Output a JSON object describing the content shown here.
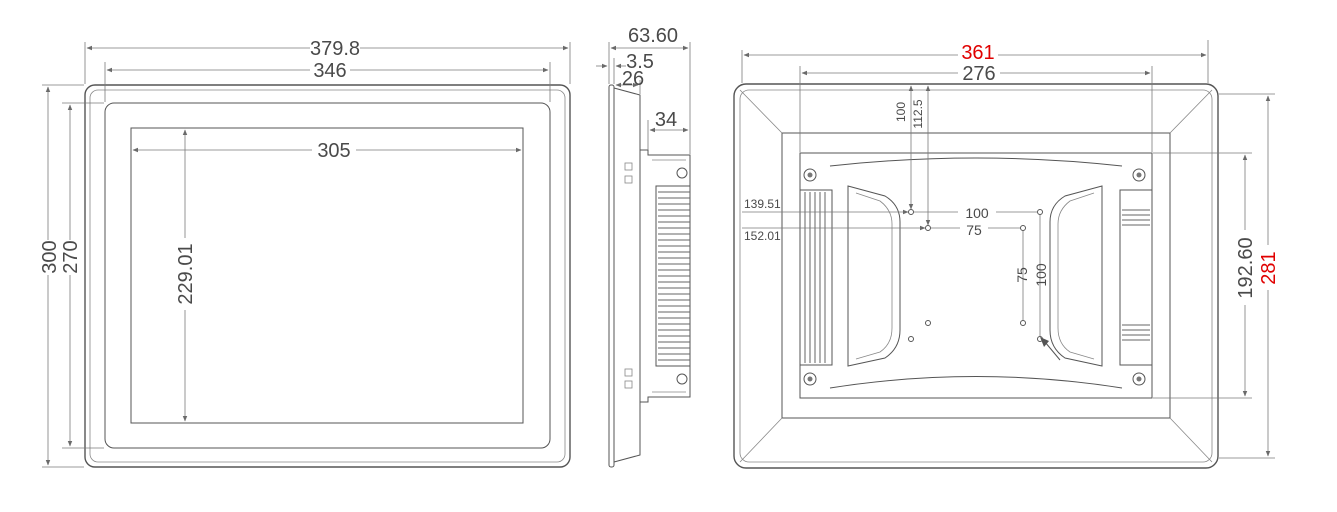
{
  "front_view": {
    "overall_width": "379.8",
    "bezel_width": "346",
    "screen_width": "305",
    "overall_height": "300",
    "bezel_height": "270",
    "screen_height": "229.01"
  },
  "side_view": {
    "total_depth": "63.60",
    "bezel_depth": "3.5",
    "panel_depth": "26",
    "housing_depth": "34"
  },
  "rear_view": {
    "cutout_width": "361",
    "inner_width": "276",
    "cutout_height": "281",
    "inner_height": "192.60",
    "offset_100": "100",
    "offset_112_5": "112.5",
    "left_139": "139.51",
    "left_152": "152.01",
    "vesa_100_h": "100",
    "vesa_75_h": "75",
    "vesa_75_v": "75",
    "vesa_100_v": "100"
  },
  "colors": {
    "line": "#555555",
    "dimension": "#7a7a7a",
    "highlight": "#e00000"
  }
}
